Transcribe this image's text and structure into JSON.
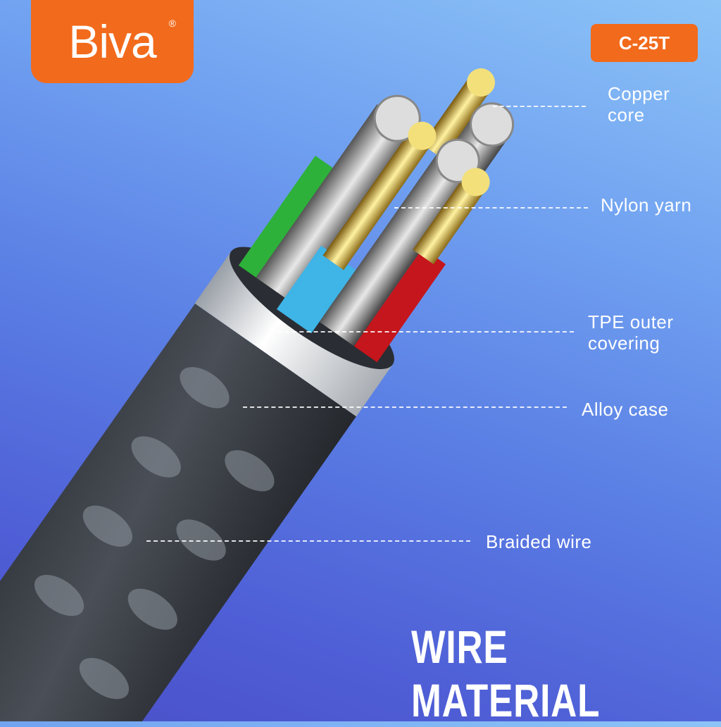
{
  "brand": {
    "name": "Biva",
    "registered": "®"
  },
  "model": "C-25T",
  "labels": {
    "copper_core": [
      "Copper",
      "core"
    ],
    "nylon_yarn": "Nylon yarn",
    "tpe": [
      "TPE outer",
      "covering"
    ],
    "alloy_case": "Alloy case",
    "braided_wire": "Braided wire"
  },
  "title": "WIRE MATERIAL",
  "colors": {
    "accent": "#f26a1b",
    "text": "#ffffff"
  }
}
